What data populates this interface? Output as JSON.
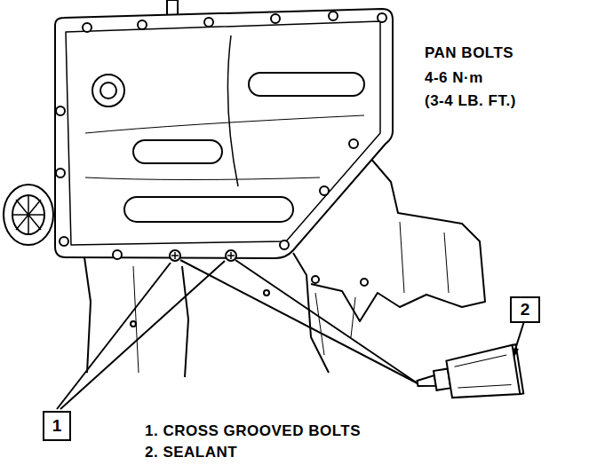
{
  "diagram": {
    "nodes": [
      {
        "text": [
          "2"
        ]
      },
      {
        "text": [
          "1"
        ]
      }
    ],
    "labels": [
      "PAN BOLTS",
      "4-6 N·m",
      "(3-4 LB. FT.)",
      "1. CROSS GROOVED BOLTS",
      "2. SEALANT"
    ]
  }
}
